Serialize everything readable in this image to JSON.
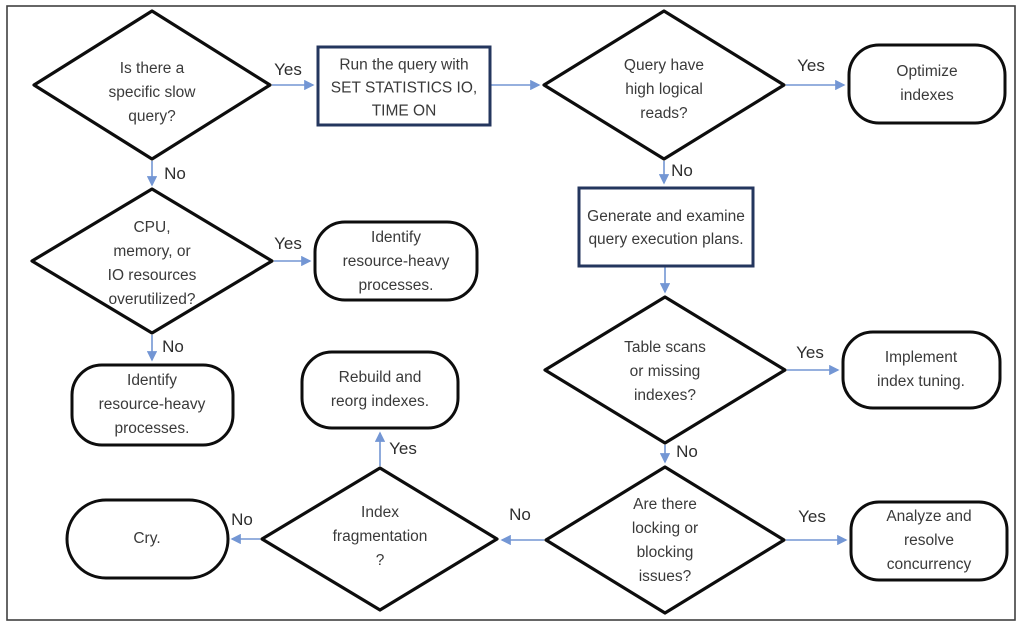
{
  "diagram": {
    "type": "flowchart",
    "colors": {
      "arrow_color": "#7396d4",
      "shape_border": "#0d0d0d",
      "process_border": "#24365e",
      "text_color": "#3a3a3a",
      "frame_border": "#404040",
      "canvas_bg": "#ffffff"
    },
    "nodes": {
      "q_slow": {
        "type": "decision",
        "label": "Is there a\nspecific slow\nquery?"
      },
      "run_stats": {
        "type": "process",
        "label": "Run the query with\nSET STATISTICS IO,\nTIME ON"
      },
      "q_reads": {
        "type": "decision",
        "label": "Query have\nhigh logical\nreads?"
      },
      "optimize": {
        "type": "terminator",
        "label": "Optimize\nindexes"
      },
      "q_resources": {
        "type": "decision",
        "label": "CPU,\nmemory, or\nIO resources\noverutilized?"
      },
      "identify_yes": {
        "type": "terminator",
        "label": "Identify\nresource-heavy\nprocesses."
      },
      "exec_plans": {
        "type": "process",
        "label": "Generate and examine\nquery execution plans."
      },
      "q_scans": {
        "type": "decision",
        "label": "Table scans\nor missing\nindexes?"
      },
      "tuning": {
        "type": "terminator",
        "label": "Implement\nindex tuning."
      },
      "q_locking": {
        "type": "decision",
        "label": "Are there\nlocking or\nblocking\nissues?"
      },
      "concurrency": {
        "type": "terminator",
        "label": "Analyze and\nresolve\nconcurrency"
      },
      "q_frag": {
        "type": "decision",
        "label": "Index\nfragmentation\n?"
      },
      "rebuild": {
        "type": "terminator",
        "label": "Rebuild and\nreorg indexes."
      },
      "identify_no": {
        "type": "terminator",
        "label": "Identify\nresource-heavy\nprocesses."
      },
      "cry": {
        "type": "terminator",
        "label": "Cry."
      }
    },
    "edges": {
      "e1": {
        "from": "q_slow",
        "to": "run_stats",
        "label": "Yes"
      },
      "e2": {
        "from": "q_slow",
        "to": "q_resources",
        "label": "No"
      },
      "e3": {
        "from": "run_stats",
        "to": "q_reads",
        "label": ""
      },
      "e4": {
        "from": "q_reads",
        "to": "optimize",
        "label": "Yes"
      },
      "e5": {
        "from": "q_reads",
        "to": "exec_plans",
        "label": "No"
      },
      "e6": {
        "from": "q_resources",
        "to": "identify_yes",
        "label": "Yes"
      },
      "e7": {
        "from": "q_resources",
        "to": "identify_no",
        "label": "No"
      },
      "e8": {
        "from": "exec_plans",
        "to": "q_scans",
        "label": ""
      },
      "e9": {
        "from": "q_scans",
        "to": "tuning",
        "label": "Yes"
      },
      "e10": {
        "from": "q_scans",
        "to": "q_locking",
        "label": "No"
      },
      "e11": {
        "from": "q_locking",
        "to": "concurrency",
        "label": "Yes"
      },
      "e12": {
        "from": "q_locking",
        "to": "q_frag",
        "label": "No"
      },
      "e13": {
        "from": "q_frag",
        "to": "rebuild",
        "label": "Yes"
      },
      "e14": {
        "from": "q_frag",
        "to": "cry",
        "label": "No"
      }
    }
  }
}
